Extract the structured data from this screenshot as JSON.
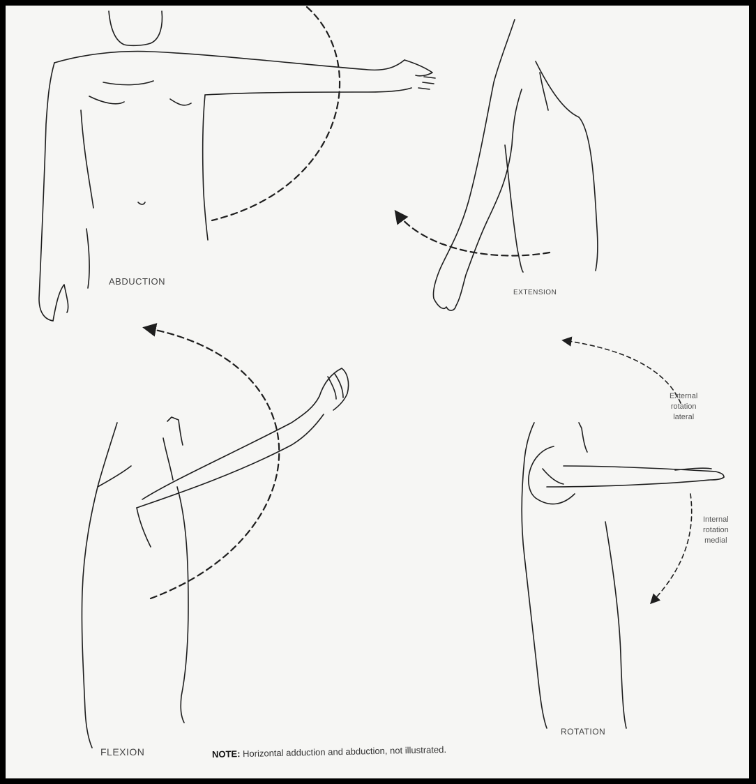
{
  "labels": {
    "abduction": "ABDUCTION",
    "extension": "EXTENSION",
    "flexion": "FLEXION",
    "rotation": "ROTATION"
  },
  "rotation_annotations": {
    "external": [
      "External",
      "rotation",
      "lateral"
    ],
    "internal": [
      "Internal",
      "rotation",
      "medial"
    ]
  },
  "note": {
    "prefix": "NOTE:",
    "text": " Horizontal adduction and abduction, not illustrated."
  },
  "colors": {
    "background": "#f6f6f4",
    "border": "#000000",
    "ink": "#1e1e1e"
  }
}
